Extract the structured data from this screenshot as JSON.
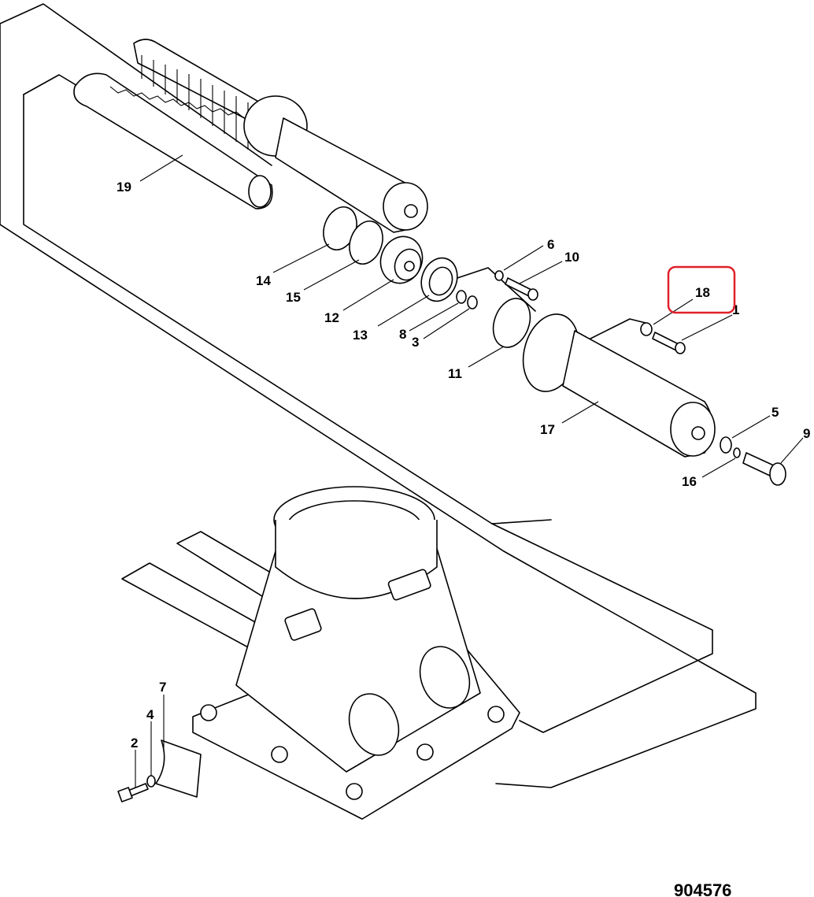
{
  "diagram": {
    "figure_number": "904576",
    "highlight_color": "#e0202a",
    "callouts": [
      {
        "id": "c19",
        "label": "19"
      },
      {
        "id": "c14",
        "label": "14"
      },
      {
        "id": "c15",
        "label": "15"
      },
      {
        "id": "c12",
        "label": "12"
      },
      {
        "id": "c13",
        "label": "13"
      },
      {
        "id": "c8",
        "label": "8"
      },
      {
        "id": "c3",
        "label": "3"
      },
      {
        "id": "c6",
        "label": "6"
      },
      {
        "id": "c10",
        "label": "10"
      },
      {
        "id": "c11",
        "label": "11"
      },
      {
        "id": "c18",
        "label": "18"
      },
      {
        "id": "c1",
        "label": "1"
      },
      {
        "id": "c17",
        "label": "17"
      },
      {
        "id": "c5",
        "label": "5"
      },
      {
        "id": "c9",
        "label": "9"
      },
      {
        "id": "c16",
        "label": "16"
      },
      {
        "id": "c7",
        "label": "7"
      },
      {
        "id": "c4",
        "label": "4"
      },
      {
        "id": "c2",
        "label": "2"
      }
    ],
    "highlighted_callout": "18"
  }
}
